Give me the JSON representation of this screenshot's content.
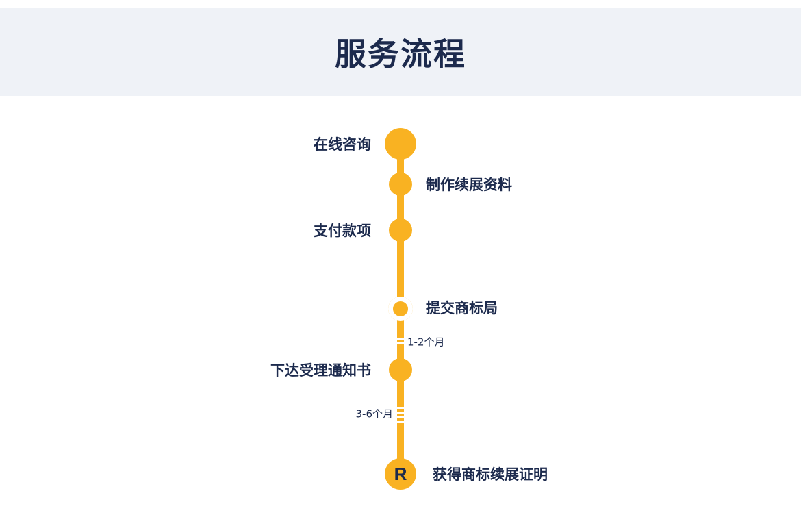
{
  "header": {
    "title": "服务流程"
  },
  "steps": [
    {
      "label": "在线咨询"
    },
    {
      "label": "制作续展资料"
    },
    {
      "label": "支付款项"
    },
    {
      "label": "提交商标局"
    },
    {
      "label": "下达受理通知书"
    },
    {
      "label": "获得商标续展证明",
      "badge": "R"
    }
  ],
  "durations": [
    {
      "text": "1-2个月"
    },
    {
      "text": "3-6个月"
    }
  ],
  "colors": {
    "accent": "#f9b222",
    "text": "#1c2a4d",
    "header_bg": "#eff2f7"
  }
}
